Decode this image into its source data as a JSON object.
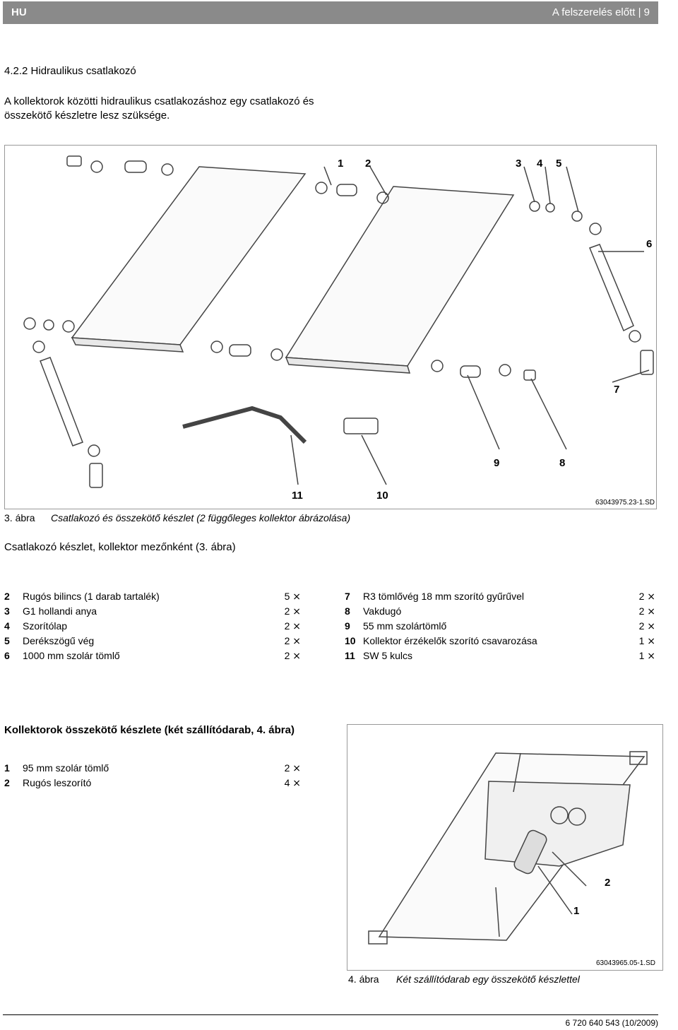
{
  "header": {
    "lang": "HU",
    "section": "A felszerelés előtt",
    "page": "9"
  },
  "section_title": "4.2.2  Hidraulikus csatlakozó",
  "intro": "A kollektorok közötti hidraulikus csatlakozáshoz egy csatlakozó és összekötő készletre lesz szüksége.",
  "figure3": {
    "labels": [
      "1",
      "2",
      "3",
      "4",
      "5",
      "6",
      "7",
      "8",
      "9",
      "10",
      "11"
    ],
    "code": "63043975.23-1.SD",
    "caption_num": "3. ábra",
    "caption_text": "Csatlakozó és összekötő készlet (2 függőleges kollektor ábrázolása)"
  },
  "connector_kit": {
    "title": "Csatlakozó készlet, kollektor mezőnként (3. ábra)",
    "left_items": [
      {
        "n": "2",
        "text": "Rugós bilincs (1 darab tartalék)",
        "qty": "5 ⨯"
      },
      {
        "n": "3",
        "text": "G1 hollandi anya",
        "qty": "2 ⨯"
      },
      {
        "n": "4",
        "text": "Szorítólap",
        "qty": "2 ⨯"
      },
      {
        "n": "5",
        "text": "Derékszögű vég",
        "qty": "2 ⨯"
      },
      {
        "n": "6",
        "text": "1000 mm szolár tömlő",
        "qty": "2 ⨯"
      }
    ],
    "right_items": [
      {
        "n": "7",
        "text": "R3 tömlővég 18 mm szorító gyűrűvel",
        "qty": "2 ⨯"
      },
      {
        "n": "8",
        "text": "Vakdugó",
        "qty": "2 ⨯"
      },
      {
        "n": "9",
        "text": "55 mm szolártömlő",
        "qty": "2 ⨯"
      },
      {
        "n": "10",
        "text": "Kollektor érzékelők szorító csavarozása",
        "qty": "1 ⨯"
      },
      {
        "n": "11",
        "text": "SW 5 kulcs",
        "qty": "1 ⨯"
      }
    ]
  },
  "linking_kit": {
    "title": "Kollektorok összekötő készlete (két szállítódarab, 4. ábra)",
    "items": [
      {
        "n": "1",
        "text": "95 mm szolár tömlő",
        "qty": "2 ⨯"
      },
      {
        "n": "2",
        "text": "Rugós leszorító",
        "qty": "4 ⨯"
      }
    ]
  },
  "figure4": {
    "labels": [
      "2",
      "1"
    ],
    "code": "63043965.05-1.SD",
    "caption_num": "4. ábra",
    "caption_text": "Két szállítódarab egy összekötő készlettel"
  },
  "footer": "6 720 640 543 (10/2009)"
}
